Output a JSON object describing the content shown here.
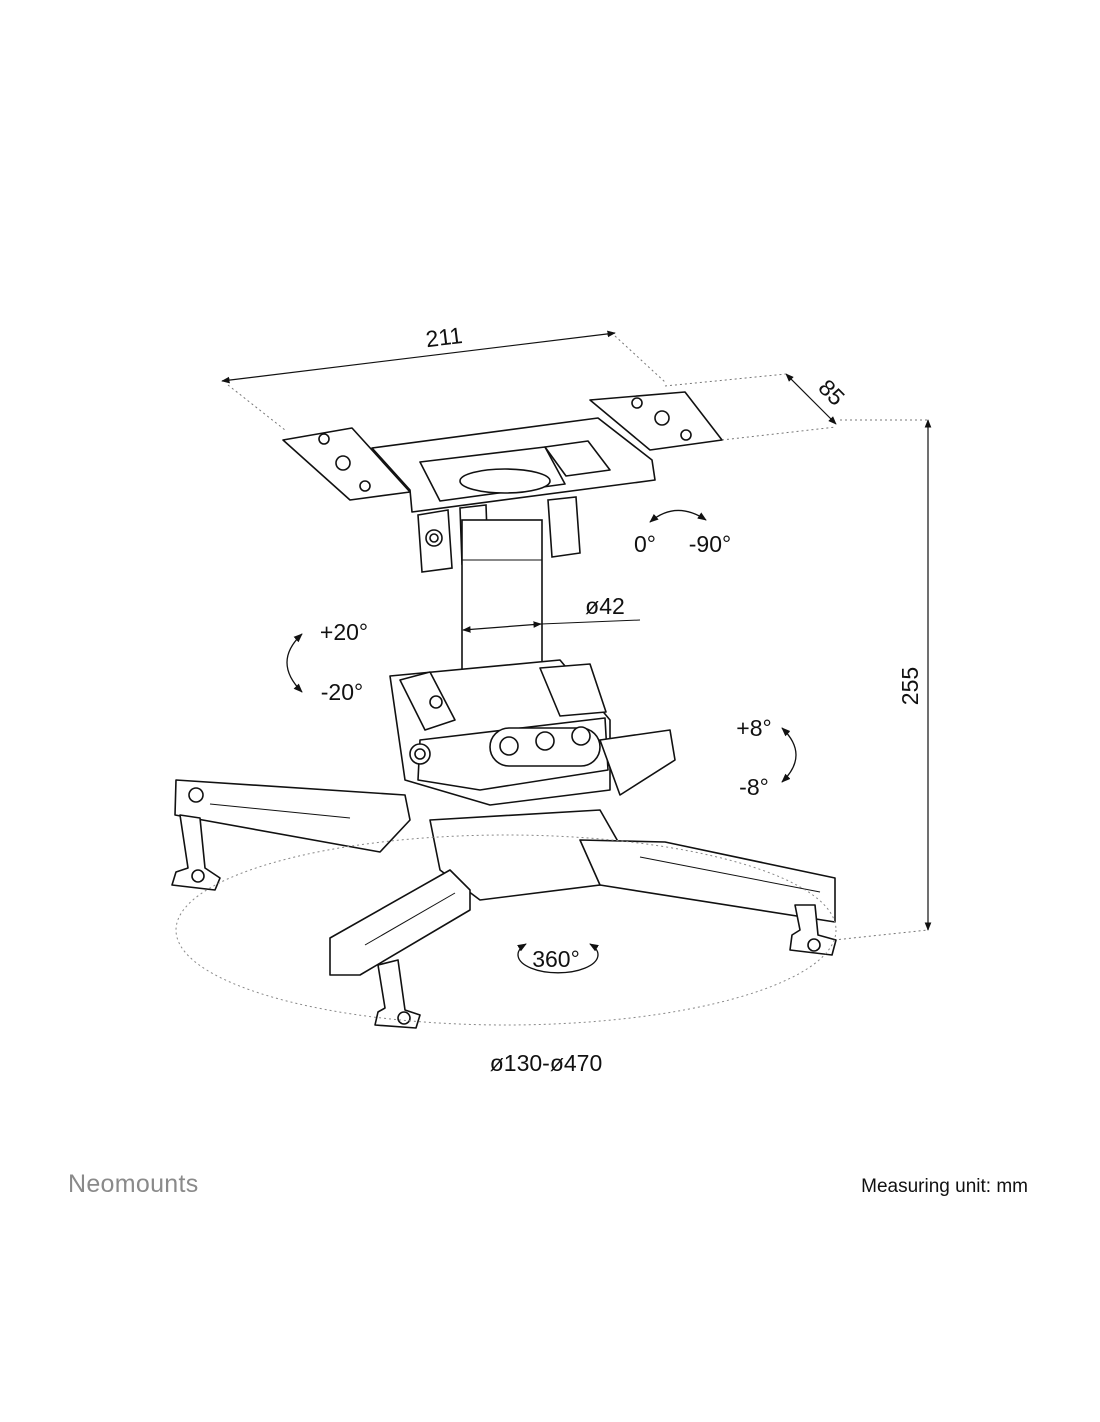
{
  "dimensions": {
    "width": "211",
    "depth": "85",
    "height": "255",
    "pole_diameter": "ø42",
    "bracket_diameter": "ø130-ø470"
  },
  "rotations": {
    "tilt_top_a": "0°",
    "tilt_top_b": "-90°",
    "tilt_side_up": "+20°",
    "tilt_side_down": "-20°",
    "swivel_up": "+8°",
    "swivel_down": "-8°",
    "rotation_full": "360°"
  },
  "footer": {
    "brand": "Neomounts",
    "unit_note": "Measuring unit: mm"
  }
}
